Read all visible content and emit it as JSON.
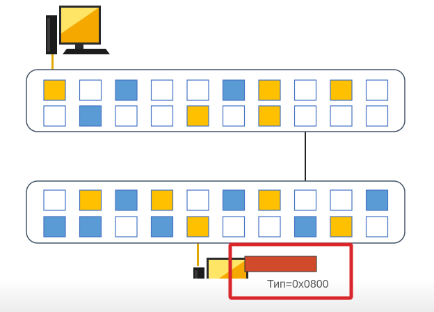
{
  "colors": {
    "yellow": "#ffc000",
    "blue": "#5b9bd5",
    "empty": "#ffffff",
    "cell_border": "#4472c4",
    "panel_border": "#44546a",
    "link": "#e0a800",
    "trunk": "#222222",
    "highlight_frame": "#d9262b",
    "frame_payload": "#d24a2c"
  },
  "switch_top": {
    "rows": [
      [
        "yellow",
        "empty",
        "blue",
        "empty",
        "empty",
        "blue",
        "yellow",
        "empty",
        "yellow",
        "empty"
      ],
      [
        "empty",
        "blue",
        "empty",
        "empty",
        "yellow",
        "empty",
        "yellow",
        "empty",
        "empty",
        "empty"
      ]
    ]
  },
  "switch_bottom": {
    "rows": [
      [
        "empty",
        "yellow",
        "blue",
        "yellow",
        "empty",
        "blue",
        "yellow",
        "empty",
        "empty",
        "blue"
      ],
      [
        "blue",
        "blue",
        "empty",
        "blue",
        "yellow",
        "empty",
        "empty",
        "blue",
        "yellow",
        "empty"
      ]
    ]
  },
  "hosts": [
    {
      "icon": "computer-icon",
      "attached_switch": "top",
      "row": 0,
      "port": 0
    },
    {
      "icon": "computer-icon",
      "attached_switch": "bottom",
      "row": 1,
      "port": 4
    }
  ],
  "trunk": {
    "top_row": 1,
    "top_port": 7,
    "bottom_row": 0,
    "bottom_port": 7
  },
  "frame": {
    "type_label": "Тип=0x0800"
  }
}
